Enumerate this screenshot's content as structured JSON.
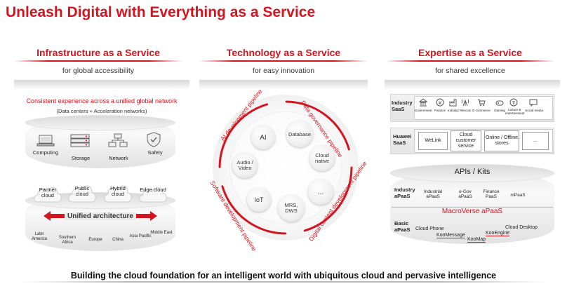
{
  "title": "Unleash Digital with Everything as a Service",
  "footer": "Building the cloud foundation for an intelligent world with ubiquitous cloud and pervasive intelligence",
  "iaas": {
    "heading": "Infrastructure as a Service",
    "subtitle": "for global accessibility",
    "network_title": "Consistent experience across a unified global network",
    "network_sub": "(Data centers + Acceleration networks)",
    "resources": [
      "Computing",
      "Storage",
      "Network",
      "Safety"
    ],
    "clouds": [
      "Partner cloud",
      "Public cloud",
      "Hybrid cloud",
      "Edge cloud"
    ],
    "unified": "Unified architecture",
    "regions": [
      "Latin America",
      "Southern Africa",
      "Europe",
      "China",
      "Asia Pacific",
      "Middle East"
    ]
  },
  "taas": {
    "heading": "Technology as a Service",
    "subtitle": "for easy innovation",
    "nodes": [
      "AI",
      "Database",
      "Cloud native",
      "...",
      "MRS, DWS",
      "IoT",
      "Audio / Video"
    ],
    "pipelines": [
      "AI development pipeline",
      "Data governance pipeline",
      "Digital content development pipeline",
      "Software development pipeline"
    ]
  },
  "eaas": {
    "heading": "Expertise as a Service",
    "subtitle": "for shared excellence",
    "industry_saas": "Industry SaaS",
    "industry_items": [
      "Government",
      "Finance",
      "Industry",
      "Telecom",
      "E-commerce",
      "Gaming",
      "Culture & entertainment",
      "Social media"
    ],
    "huawei_saas": "Huawei SaaS",
    "huawei_items": [
      "WeLink",
      "Cloud customer service",
      "Online / Offline stores",
      "..."
    ],
    "apis": "APIs / Kits",
    "industry_paas": "Industry aPaaS",
    "paas_items": [
      "Industrial aPaaS",
      "e-Gov aPaaS",
      "Finance PaaS",
      "mPaaS"
    ],
    "macroverse": "MacroVerse aPaaS",
    "basic_paas": "Basic aPaaS",
    "basic_items": [
      "Cloud Phone",
      "KooMessage",
      "KooMap",
      "KooEngine",
      "Cloud Desktop"
    ]
  }
}
